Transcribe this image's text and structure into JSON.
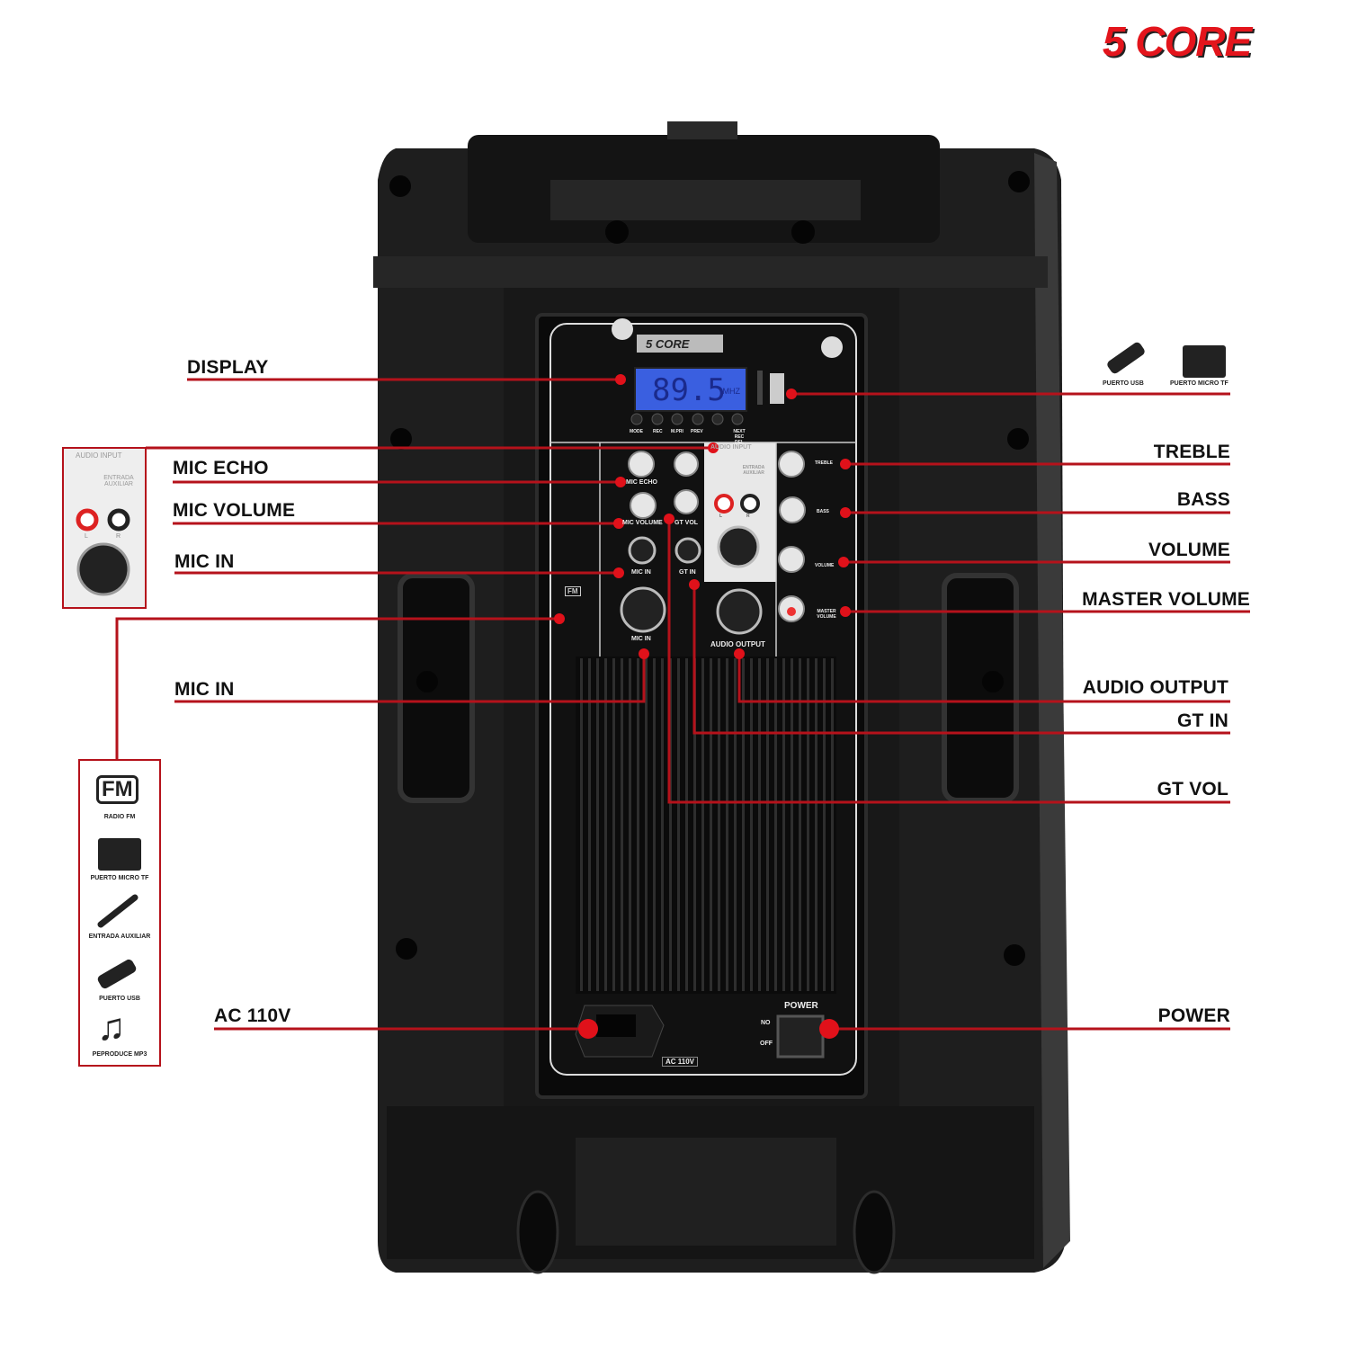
{
  "brand": {
    "logo_text": "5 CORE",
    "panel_logo_text": "5 CORE"
  },
  "display": {
    "frequency": "89.5",
    "unit": "MHZ"
  },
  "panel_buttons": [
    "MODE",
    "REC",
    "M.PRI",
    "PREV",
    "",
    "NEXT REC DEL"
  ],
  "panel_text": {
    "mic_echo": "MIC ECHO",
    "mic_volume": "MIC VOLUME",
    "mic_in": "MIC IN",
    "mic_in_2": "MIC IN",
    "gt_vol": "GT VOL",
    "gt_in": "GT IN",
    "audio_input": "AUDIO INPUT",
    "entrada_auxiliar": "ENTRADA AUXILIAR",
    "audio_output": "AUDIO OUTPUT",
    "treble": "TREBLE",
    "bass": "BASS",
    "volume": "VOLUME",
    "master_volume": "MASTER VOLUME",
    "fm": "FM",
    "power": "POWER",
    "on": "NO",
    "off": "OFF",
    "ac": "AC 110V",
    "l": "L",
    "r": "R"
  },
  "callouts": {
    "display": "DISPLAY",
    "mic_echo": "MIC ECHO",
    "mic_volume": "MIC VOLUME",
    "mic_in_1": "MIC IN",
    "mic_in_2": "MIC IN",
    "ac": "AC 110V",
    "treble": "TREBLE",
    "bass": "BASS",
    "volume": "VOLUME",
    "master_volume": "MASTER VOLUME",
    "audio_output": "AUDIO OUTPUT",
    "gt_in": "GT IN",
    "gt_vol": "GT VOL",
    "power": "POWER"
  },
  "top_right_icons": [
    {
      "icon": "usb-icon",
      "label": "PUERTO USB"
    },
    {
      "icon": "micro-sd-icon",
      "label": "PUERTO MICRO TF"
    }
  ],
  "inset_audio_input": {
    "title": "AUDIO INPUT",
    "subtitle": "ENTRADA AUXILIAR",
    "l": "L",
    "r": "R"
  },
  "feature_icons": [
    {
      "icon": "fm-radio-icon",
      "label": "RADIO FM",
      "glyph": "FM"
    },
    {
      "icon": "micro-sd-icon",
      "label": "PUERTO MICRO TF"
    },
    {
      "icon": "aux-jack-icon",
      "label": "ENTRADA AUXILIAR"
    },
    {
      "icon": "usb-icon",
      "label": "PUERTO USB"
    },
    {
      "icon": "music-note-icon",
      "label": "PEPRODUCE MP3",
      "glyph": "♫"
    }
  ],
  "colors": {
    "accent": "#d0101a",
    "callout_line": "#b5121b",
    "body": "#1c1c1c",
    "lcd": "#3a5fe0"
  }
}
